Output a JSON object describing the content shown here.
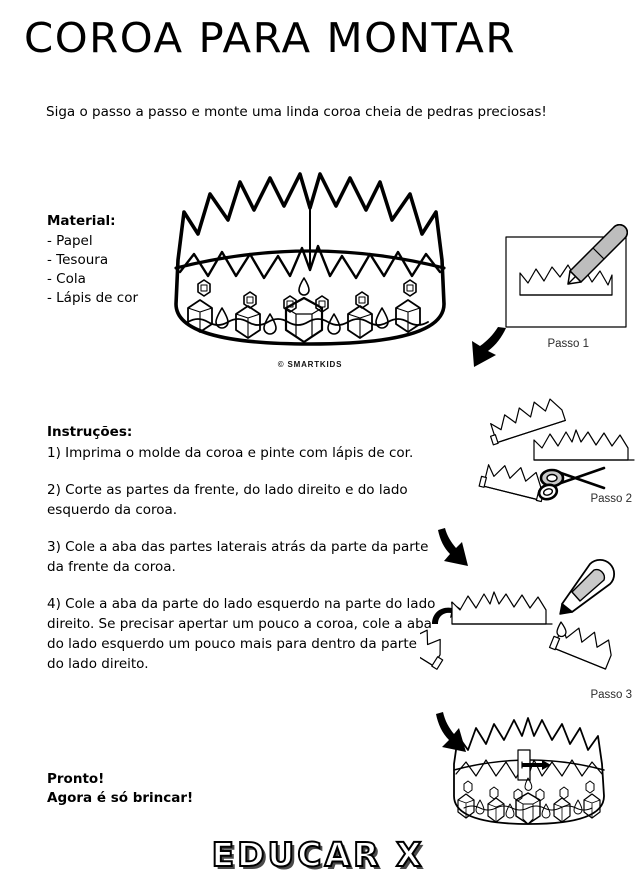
{
  "document": {
    "title": "COROA PARA MONTAR",
    "subtitle": "Siga o passo a passo e monte uma linda coroa cheia de pedras preciosas!"
  },
  "material": {
    "heading": "Material:",
    "items": [
      "- Papel",
      "- Tesoura",
      "- Cola",
      "- Lápis de cor"
    ]
  },
  "instructions": {
    "heading": "Instruções:",
    "steps": [
      "1) Imprima o molde da coroa e pinte com lápis de cor.",
      "2) Corte as partes da frente, do lado direito e do lado esquerdo da coroa.",
      "3) Cole a aba das partes laterais atrás da parte da parte da frente da coroa.",
      "4) Cole a aba da parte do lado esquerdo na parte do lado direito.  Se precisar apertar um pouco a coroa, cole a aba do lado esquerdo um pouco mais para dentro da parte do lado direito."
    ]
  },
  "closing": {
    "line1": "Pronto!",
    "line2": "Agora é só brincar!"
  },
  "steps_labels": {
    "step1": "Passo 1",
    "step2": "Passo 2",
    "step3": "Passo 3"
  },
  "watermarks": {
    "smartkids": "© SMARTKIDS",
    "educarx": "EDUCAR X"
  },
  "colors": {
    "ink": "#000000",
    "paper": "#ffffff",
    "pencil_fill": "#b8b8b8",
    "shadow": "#4a4a4a"
  }
}
